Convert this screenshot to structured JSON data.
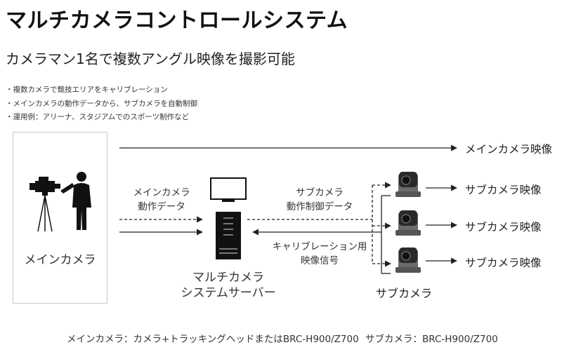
{
  "title": "マルチカメラコントロールシステム",
  "subtitle": "カメラマン1名で複数アングル映像を撮影可能",
  "bullets": [
    "・複数カメラで競技エリアをキャリブレーション",
    "・メインカメラの動作データから、サブカメラを自動制御",
    "・運用例：アリーナ、スタジアムでのスポーツ制作など"
  ],
  "diagram": {
    "main_camera_label": "メインカメラ",
    "main_data_label_1": "メインカメラ",
    "main_data_label_2": "動作データ",
    "server_label_1": "マルチカメラ",
    "server_label_2": "システムサーバー",
    "sub_control_label_1": "サブカメラ",
    "sub_control_label_2": "動作制御データ",
    "calibration_label_1": "キャリブレーション用",
    "calibration_label_2": "映像信号",
    "sub_cameras_label": "サブカメラ",
    "main_output": "メインカメラ映像",
    "sub_outputs": [
      "サブカメラ映像",
      "サブカメラ映像",
      "サブカメラ映像"
    ]
  },
  "footer": {
    "main_spec": "メインカメラ：カメラ+トラッキングヘッドまたはBRC-H900/Z700",
    "sub_spec": "サブカメラ：BRC-H900/Z700"
  },
  "icons": [
    "video-camera-icon",
    "cameraman-icon",
    "monitor-icon",
    "server-tower-icon",
    "ptz-camera-icon"
  ]
}
